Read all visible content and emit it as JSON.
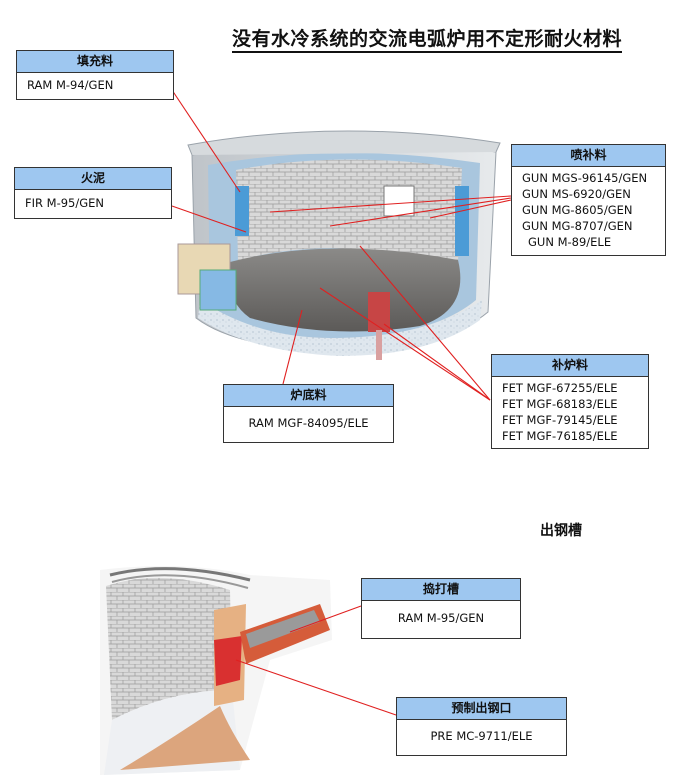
{
  "title": "没有水冷系统的交流电弧炉用不定形耐火材料",
  "section2_title": "出钢槽",
  "boxes": {
    "fill": {
      "header": "填充料",
      "items": [
        "RAM M-94/GEN"
      ]
    },
    "mortar": {
      "header": "火泥",
      "items": [
        "FIR M-95/GEN"
      ]
    },
    "gunning": {
      "header": "喷补料",
      "items": [
        "GUN MGS-96145/GEN",
        "GUN MS-6920/GEN",
        "GUN MG-8605/GEN",
        "GUN MG-8707/GEN",
        "GUN M-89/ELE"
      ]
    },
    "repair": {
      "header": "补炉料",
      "items": [
        "FET MGF-67255/ELE",
        "FET MGF-68183/ELE",
        "FET MGF-79145/ELE",
        "FET MGF-76185/ELE"
      ]
    },
    "hearth": {
      "header": "炉底料",
      "items": [
        "RAM MGF-84095/ELE"
      ]
    },
    "ramming_trough": {
      "header": "捣打槽",
      "items": [
        "RAM M-95/GEN"
      ]
    },
    "precast_taphole": {
      "header": "预制出钢口",
      "items": [
        "PRE MC-9711/ELE"
      ]
    }
  },
  "colors": {
    "header_bg": "#9ec7f0",
    "leader_line": "#e02020",
    "brick": "#c9c9c9"
  }
}
